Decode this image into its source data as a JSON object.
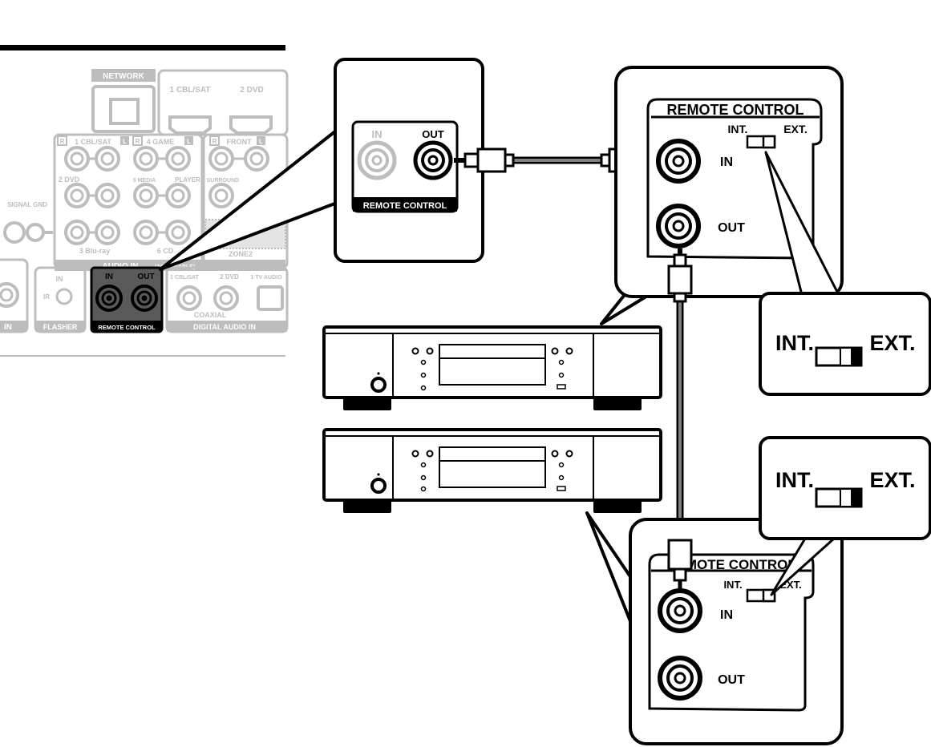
{
  "receiver_panel": {
    "network": "NETWORK",
    "hdmi_1": "1 CBL/SAT",
    "hdmi_2": "2 DVD",
    "r": "R",
    "l": "L",
    "audio_1": "1 CBL/SAT",
    "audio_4": "4 GAME",
    "front": "FRONT",
    "audio_2": "2 DVD",
    "audio_5": "5 MEDIA",
    "player": "PLAYER",
    "surround": "SURROUND",
    "signal_gnd": "SIGNAL GND",
    "audio_3": "3 Blu-ray",
    "audio_6": "6 CD",
    "zone2": "ZONE2",
    "audio_in": "AUDIO IN",
    "assignable": "(ASSIGNABLE)",
    "ir_in": "IN",
    "ir": "IR",
    "flasher": "FLASHER",
    "rc_in": "IN",
    "rc_out": "OUT",
    "remote_control": "REMOTE CONTROL",
    "dig_1": "1 CBL/SAT",
    "dig_2": "2 DVD",
    "dig_tv": "1 TV AUDIO",
    "coaxial": "COAXIAL",
    "digital_audio_in": "DIGITAL AUDIO IN",
    "partial_in": "IN"
  },
  "zoom_receiver": {
    "in": "IN",
    "out": "OUT",
    "title": "REMOTE CONTROL"
  },
  "device_top": {
    "title": "REMOTE CONTROL",
    "int": "INT.",
    "ext": "EXT.",
    "in": "IN",
    "out": "OUT"
  },
  "device_bottom": {
    "title": "REMOTE CONTROL",
    "int": "INT.",
    "ext": "EXT.",
    "in": "IN",
    "out": "OUT"
  },
  "switch_zoom_top": {
    "int": "INT.",
    "ext": "EXT."
  },
  "switch_zoom_bottom": {
    "int": "INT.",
    "ext": "EXT."
  },
  "colors": {
    "line": "#000000",
    "faded": "#bdbdbd",
    "highlight": "#555555"
  },
  "icons": [
    "rca-jack-icon",
    "rca-plug-icon",
    "slide-switch-icon",
    "network-port-icon",
    "hdmi-port-icon",
    "power-button-icon"
  ]
}
